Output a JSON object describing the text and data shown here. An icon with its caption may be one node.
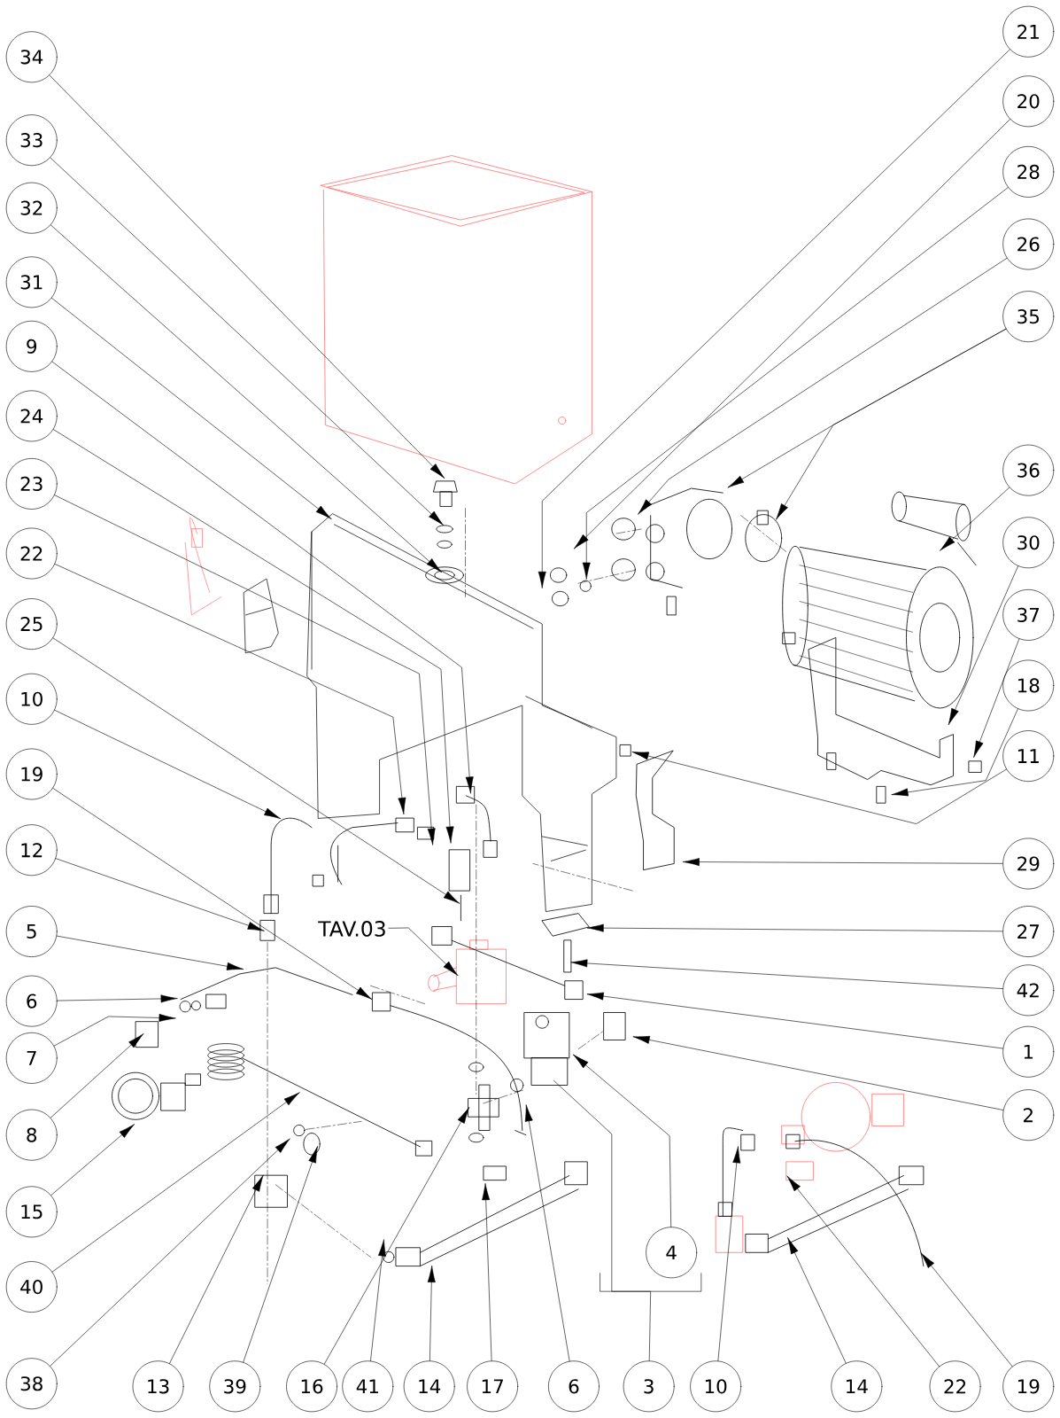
{
  "diagram": {
    "nodes": [
      {
        "text": [
          "34"
        ]
      },
      {
        "text": [
          "33"
        ]
      },
      {
        "text": [
          "32"
        ]
      },
      {
        "text": [
          "31"
        ]
      },
      {
        "text": [
          "9"
        ]
      },
      {
        "text": [
          "24"
        ]
      },
      {
        "text": [
          "23"
        ]
      },
      {
        "text": [
          "22"
        ]
      },
      {
        "text": [
          "25"
        ]
      },
      {
        "text": [
          "10"
        ]
      },
      {
        "text": [
          "19"
        ]
      },
      {
        "text": [
          "12"
        ]
      },
      {
        "text": [
          "5"
        ]
      },
      {
        "text": [
          "6"
        ]
      },
      {
        "text": [
          "7"
        ]
      },
      {
        "text": [
          "8"
        ]
      },
      {
        "text": [
          "15"
        ]
      },
      {
        "text": [
          "40"
        ]
      },
      {
        "text": [
          "38"
        ]
      },
      {
        "text": [
          "13"
        ]
      },
      {
        "text": [
          "39"
        ]
      },
      {
        "text": [
          "16"
        ]
      },
      {
        "text": [
          "41"
        ]
      },
      {
        "text": [
          "14"
        ]
      },
      {
        "text": [
          "17"
        ]
      },
      {
        "text": [
          "6"
        ]
      },
      {
        "text": [
          "3"
        ]
      },
      {
        "text": [
          "10"
        ]
      },
      {
        "text": [
          "14"
        ]
      },
      {
        "text": [
          "22"
        ]
      },
      {
        "text": [
          "19"
        ]
      },
      {
        "text": [
          "4"
        ]
      },
      {
        "text": [
          "TAV.03"
        ]
      },
      {
        "text": [
          "21"
        ]
      },
      {
        "text": [
          "20"
        ]
      },
      {
        "text": [
          "28"
        ]
      },
      {
        "text": [
          "26"
        ]
      },
      {
        "text": [
          "35"
        ]
      },
      {
        "text": [
          "36"
        ]
      },
      {
        "text": [
          "30"
        ]
      },
      {
        "text": [
          "37"
        ]
      },
      {
        "text": [
          "18"
        ]
      },
      {
        "text": [
          "11"
        ]
      },
      {
        "text": [
          "29"
        ]
      },
      {
        "text": [
          "27"
        ]
      },
      {
        "text": [
          "42"
        ]
      },
      {
        "text": [
          "1"
        ]
      },
      {
        "text": [
          "2"
        ]
      }
    ],
    "edges": [
      {
        "from": 0,
        "to": null,
        "arrow": "to"
      },
      {
        "from": 1,
        "to": null,
        "arrow": "to"
      },
      {
        "from": 2,
        "to": null,
        "arrow": "to"
      },
      {
        "from": 3,
        "to": null,
        "arrow": "to"
      },
      {
        "from": 4,
        "to": null,
        "arrow": "to"
      },
      {
        "from": 5,
        "to": null,
        "arrow": "to"
      },
      {
        "from": 6,
        "to": null,
        "arrow": "to"
      },
      {
        "from": 7,
        "to": null,
        "arrow": "to"
      },
      {
        "from": 8,
        "to": null,
        "arrow": "to"
      },
      {
        "from": 9,
        "to": null,
        "arrow": "to"
      },
      {
        "from": 10,
        "to": null,
        "arrow": "to"
      },
      {
        "from": 11,
        "to": null,
        "arrow": "to"
      },
      {
        "from": 12,
        "to": null,
        "arrow": "to"
      },
      {
        "from": 13,
        "to": null,
        "arrow": "to"
      },
      {
        "from": 14,
        "to": null,
        "arrow": "to"
      },
      {
        "from": 15,
        "to": null,
        "arrow": "to"
      },
      {
        "from": 16,
        "to": null,
        "arrow": "to"
      },
      {
        "from": 17,
        "to": null,
        "arrow": "to"
      },
      {
        "from": 18,
        "to": null,
        "arrow": "to"
      },
      {
        "from": 19,
        "to": null,
        "arrow": "to"
      },
      {
        "from": 20,
        "to": null,
        "arrow": "to"
      },
      {
        "from": 21,
        "to": null,
        "arrow": "to"
      },
      {
        "from": 22,
        "to": null,
        "arrow": "to"
      },
      {
        "from": 23,
        "to": null,
        "arrow": "to"
      },
      {
        "from": 24,
        "to": null,
        "arrow": "to"
      },
      {
        "from": 25,
        "to": null,
        "arrow": "to"
      },
      {
        "from": 26,
        "to": null,
        "arrow": "none"
      },
      {
        "from": 27,
        "to": null,
        "arrow": "to"
      },
      {
        "from": 28,
        "to": null,
        "arrow": "to"
      },
      {
        "from": 29,
        "to": null,
        "arrow": "to"
      },
      {
        "from": 30,
        "to": null,
        "arrow": "to"
      },
      {
        "from": 31,
        "to": null,
        "arrow": "to"
      },
      {
        "from": 32,
        "to": null,
        "arrow": "to"
      },
      {
        "from": 33,
        "to": null,
        "arrow": "to"
      },
      {
        "from": 34,
        "to": null,
        "arrow": "to"
      },
      {
        "from": 35,
        "to": null,
        "arrow": "to"
      },
      {
        "from": 36,
        "to": null,
        "arrow": "to"
      },
      {
        "from": 37,
        "to": null,
        "arrow": "to"
      },
      {
        "from": 37,
        "to": null,
        "arrow": "to"
      },
      {
        "from": 38,
        "to": null,
        "arrow": "to"
      },
      {
        "from": 39,
        "to": null,
        "arrow": "to"
      },
      {
        "from": 40,
        "to": null,
        "arrow": "to"
      },
      {
        "from": 41,
        "to": null,
        "arrow": "to"
      },
      {
        "from": 42,
        "to": null,
        "arrow": "to"
      },
      {
        "from": 43,
        "to": null,
        "arrow": "to"
      },
      {
        "from": 44,
        "to": null,
        "arrow": "to"
      },
      {
        "from": 45,
        "to": null,
        "arrow": "to"
      },
      {
        "from": 46,
        "to": null,
        "arrow": "to"
      },
      {
        "from": 47,
        "to": null,
        "arrow": "to"
      }
    ]
  }
}
